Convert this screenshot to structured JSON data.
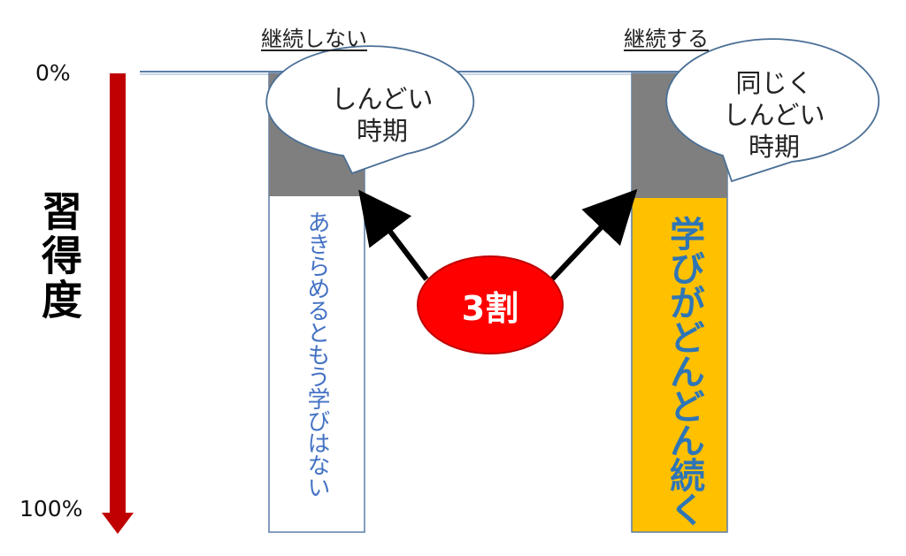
{
  "columns": {
    "left": {
      "title": "継続しない",
      "bar_text": "あきらめるともう学びはない",
      "bubble_lines": [
        "しんどい",
        "時期"
      ]
    },
    "right": {
      "title": "継続する",
      "bar_text": "学びがどんどん続く",
      "bubble_lines": [
        "同じく",
        "しんどい",
        "時期"
      ]
    }
  },
  "axis": {
    "label": "習得度",
    "top_tick": "0%",
    "bottom_tick": "100%"
  },
  "center_badge": "3割",
  "colors": {
    "axis_arrow": "#c00000",
    "hard_period": "#7f7f7f",
    "continue_bar": "#ffc000",
    "badge": "#ff0000",
    "left_text": "#4472c4",
    "right_text": "#2e75b6",
    "bar_border": "#5b7fa8"
  }
}
